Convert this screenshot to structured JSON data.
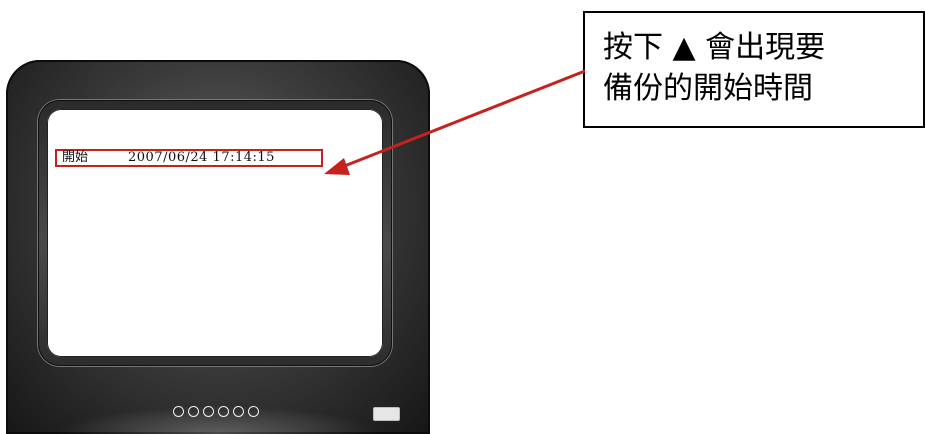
{
  "osd": {
    "label": "開始",
    "datetime": "2007/06/24 17:14:15"
  },
  "callout": {
    "line1": "按下 ▲ 會出現要",
    "line2": "備份的開始時間"
  },
  "colors": {
    "highlight": "#c8211d",
    "monitor_dark": "#161616"
  },
  "front_buttons_count": 6
}
